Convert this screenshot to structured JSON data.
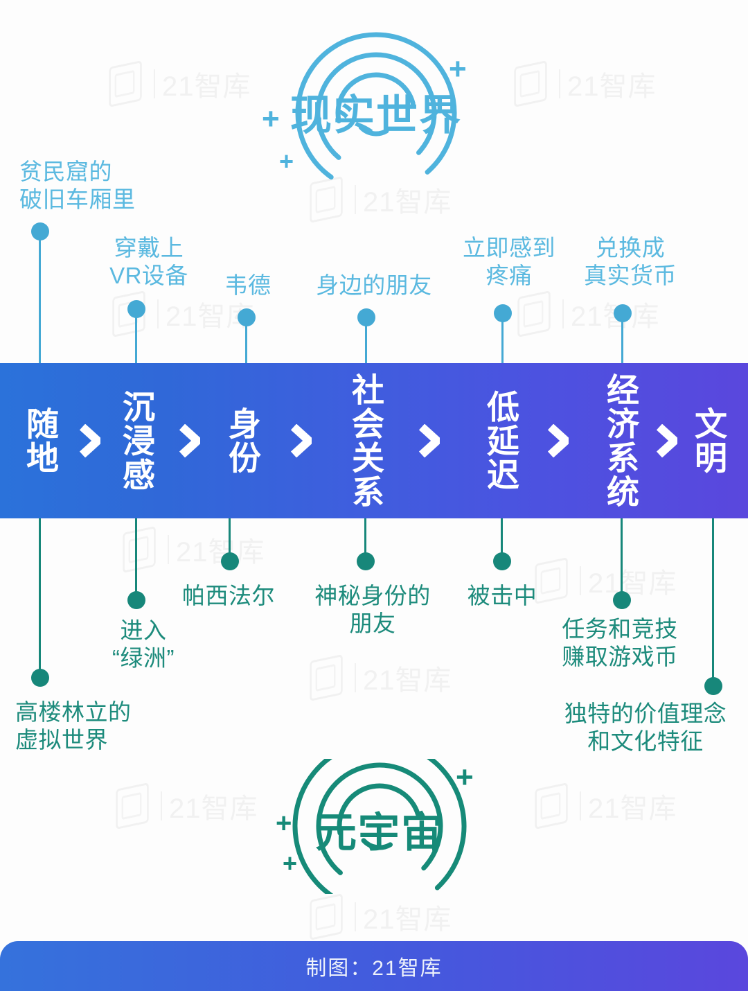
{
  "emblems": {
    "top": {
      "label": "现实世界",
      "color": "#4fb3dd",
      "plus_marks": [
        "+",
        "+",
        "+"
      ]
    },
    "bottom": {
      "label": "元宇宙",
      "color": "#168a78",
      "plus_marks": [
        "+",
        "+",
        "+"
      ]
    }
  },
  "bar": {
    "gradient_start": "#2b72da",
    "gradient_end": "#5a47dd",
    "separator": ">",
    "terms": [
      {
        "text": "随地"
      },
      {
        "text": "沉浸感"
      },
      {
        "text": "身份"
      },
      {
        "text": "社会关系"
      },
      {
        "text": "低延迟"
      },
      {
        "text": "经济系统"
      },
      {
        "text": "文明"
      }
    ]
  },
  "top_labels": [
    {
      "text": "贫民窟的\n破旧车厢里"
    },
    {
      "text": "穿戴上\nVR设备"
    },
    {
      "text": "韦德"
    },
    {
      "text": "身边的朋友"
    },
    {
      "text": "立即感到\n疼痛"
    },
    {
      "text": "兑换成\n真实货币"
    }
  ],
  "bottom_labels": [
    {
      "text": "高楼林立的\n虚拟世界"
    },
    {
      "text": "进入\n“绿洲”"
    },
    {
      "text": "帕西法尔"
    },
    {
      "text": "神秘身份的\n朋友"
    },
    {
      "text": "被击中"
    },
    {
      "text": "任务和竞技\n赚取游戏币"
    },
    {
      "text": "独特的价值理念\n和文化特征"
    }
  ],
  "watermark": {
    "text": "21智库"
  },
  "footer": {
    "credit": "制图：21智库"
  },
  "colors": {
    "light_blue": "#5bb9e0",
    "teal": "#1d8b7c",
    "dot_blue": "#44a9d4",
    "dot_teal": "#17877a"
  }
}
